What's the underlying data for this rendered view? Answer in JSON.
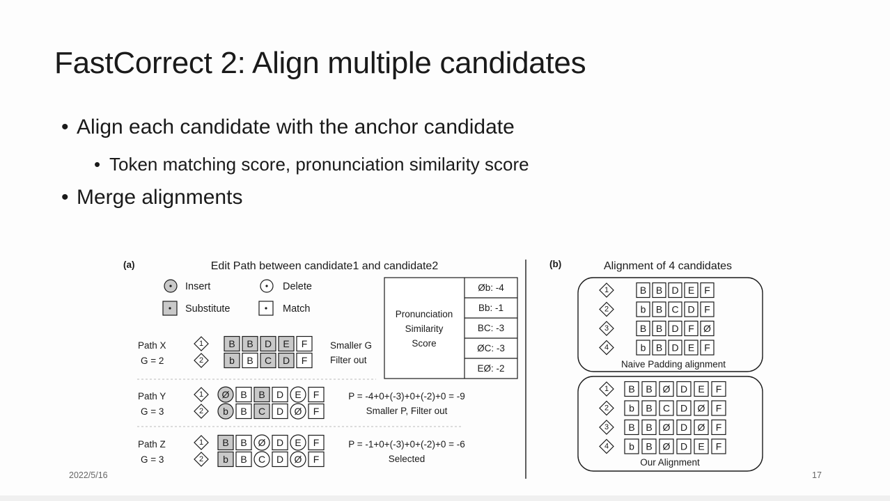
{
  "slide": {
    "title": "FastCorrect 2: Align multiple candidates",
    "bullets": [
      {
        "level": 1,
        "text": "Align each candidate with the anchor candidate"
      },
      {
        "level": 2,
        "text": "Token matching score, pronunciation similarity score"
      },
      {
        "level": 1,
        "text": "Merge alignments"
      }
    ],
    "date": "2022/5/16",
    "page_number": "17"
  },
  "figure": {
    "panel_a": {
      "tag": "(a)",
      "title": "Edit Path between candidate1 and candidate2",
      "legend": {
        "insert": "Insert",
        "delete": "Delete",
        "substitute": "Substitute",
        "match": "Match"
      },
      "score_table": {
        "label_lines": [
          "Pronunciation",
          "Similarity",
          "Score"
        ],
        "rows": [
          "Øb: -4",
          "Bb: -1",
          "BC: -3",
          "ØC: -3",
          "EØ: -2"
        ]
      },
      "paths": [
        {
          "name": "Path X",
          "g": "G = 2",
          "rows": [
            {
              "id": "1",
              "tokens": [
                "B",
                "B",
                "D",
                "E",
                "F"
              ],
              "styles": [
                "ss",
                "ss",
                "ss",
                "ss",
                "m"
              ]
            },
            {
              "id": "2",
              "tokens": [
                "b",
                "B",
                "C",
                "D",
                "F"
              ],
              "styles": [
                "ss",
                "m",
                "ss",
                "ss",
                "m"
              ]
            }
          ],
          "note_lines": [
            "Smaller G",
            "Filter out"
          ]
        },
        {
          "name": "Path Y",
          "g": "G = 3",
          "rows": [
            {
              "id": "1",
              "tokens": [
                "Ø",
                "B",
                "B",
                "D",
                "E",
                "F"
              ],
              "styles": [
                "is",
                "m",
                "ss",
                "m",
                "d",
                "m"
              ]
            },
            {
              "id": "2",
              "tokens": [
                "b",
                "B",
                "C",
                "D",
                "Ø",
                "F"
              ],
              "styles": [
                "is",
                "m",
                "ss",
                "m",
                "d",
                "m"
              ]
            }
          ],
          "note_lines": [
            "P = -4+0+(-3)+0+(-2)+0 = -9",
            "Smaller P, Filter out"
          ]
        },
        {
          "name": "Path Z",
          "g": "G = 3",
          "rows": [
            {
              "id": "1",
              "tokens": [
                "B",
                "B",
                "Ø",
                "D",
                "E",
                "F"
              ],
              "styles": [
                "ss",
                "m",
                "d",
                "m",
                "d",
                "m"
              ]
            },
            {
              "id": "2",
              "tokens": [
                "b",
                "B",
                "C",
                "D",
                "Ø",
                "F"
              ],
              "styles": [
                "ss",
                "m",
                "d",
                "m",
                "d",
                "m"
              ]
            }
          ],
          "note_lines": [
            "P = -1+0+(-3)+0+(-2)+0 = -6",
            "Selected"
          ]
        }
      ]
    },
    "panel_b": {
      "tag": "(b)",
      "title": "Alignment of 4 candidates",
      "naive": {
        "caption": "Naive Padding alignment",
        "rows": [
          {
            "id": "1",
            "tokens": [
              "B",
              "B",
              "D",
              "E",
              "F"
            ]
          },
          {
            "id": "2",
            "tokens": [
              "b",
              "B",
              "C",
              "D",
              "F"
            ]
          },
          {
            "id": "3",
            "tokens": [
              "B",
              "B",
              "D",
              "F",
              "Ø"
            ]
          },
          {
            "id": "4",
            "tokens": [
              "b",
              "B",
              "D",
              "E",
              "F"
            ]
          }
        ]
      },
      "ours": {
        "caption": "Our Alignment",
        "rows": [
          {
            "id": "1",
            "tokens": [
              "B",
              "B",
              "Ø",
              "D",
              "E",
              "F"
            ]
          },
          {
            "id": "2",
            "tokens": [
              "b",
              "B",
              "C",
              "D",
              "Ø",
              "F"
            ]
          },
          {
            "id": "3",
            "tokens": [
              "B",
              "B",
              "Ø",
              "D",
              "Ø",
              "F"
            ]
          },
          {
            "id": "4",
            "tokens": [
              "b",
              "B",
              "Ø",
              "D",
              "E",
              "F"
            ]
          }
        ]
      }
    }
  }
}
